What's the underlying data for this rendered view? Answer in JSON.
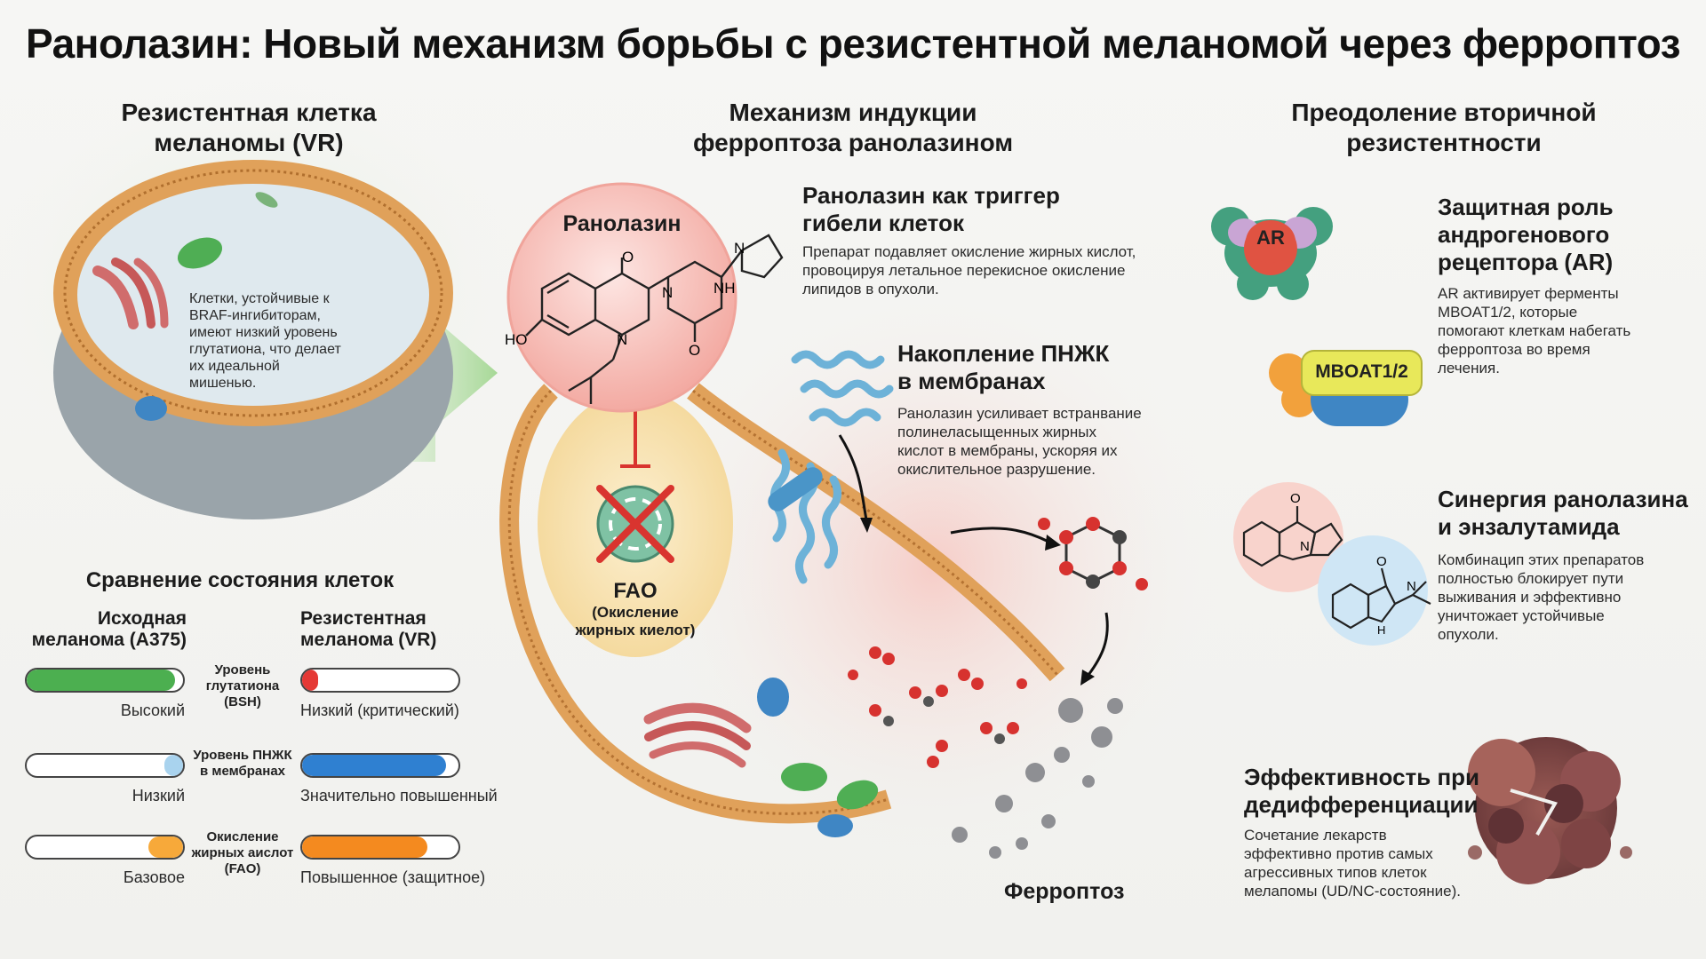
{
  "title": "Ранолазин: Новый механизм борьбы с резистентной меланомой через ферроптоз",
  "left": {
    "heading_line1": "Резистентная клетка",
    "heading_line2": "меланомы (VR)",
    "cell_text": [
      "Клетки, устойчивые к",
      "BRAF-ингибиторам,",
      "имеют низкий уровень",
      "глутатиона, что делает",
      "их идеальной",
      "мишенью."
    ],
    "compare_heading": "Сравнение состояния клеток",
    "col_left": [
      "Исходная",
      "меланома (A375)"
    ],
    "col_right": [
      "Резистентная",
      "меланома (VR)"
    ],
    "rows": [
      {
        "label": [
          "Уровень",
          "глутатиона",
          "(BSH)"
        ],
        "left_value": "Высокий",
        "right_value": "Низкий (критический)",
        "left_level": 0.95,
        "right_level": 0.1,
        "left_color": "#4caf50",
        "right_color": "#e53935"
      },
      {
        "label": [
          "Уровень ПНЖК",
          "в мембранах"
        ],
        "left_value": "Низкий",
        "right_value": "Значительно повышенный",
        "left_level": 0.12,
        "right_level": 0.92,
        "left_color": "#a9d3ee",
        "right_color": "#2f80d1"
      },
      {
        "label": [
          "Окисление",
          "жирных аислот",
          "(FAO)"
        ],
        "left_value": "Базовое",
        "right_value": "Повышенное (защитное)",
        "left_level": 0.22,
        "right_level": 0.8,
        "left_color": "#f7a93a",
        "right_color": "#f48a1f"
      }
    ]
  },
  "middle": {
    "heading_line1": "Механизм индукции",
    "heading_line2": "ферроптоза ранолазином",
    "drug_label": "Ранолазин",
    "atoms": {
      "o1": "O",
      "o2": "O",
      "nh": "NH",
      "n1": "N",
      "n2": "N",
      "n3": "N",
      "ho": "HO"
    },
    "fao_title": "FAO",
    "fao_sub": [
      "(Окисление",
      "жирных киелот)"
    ],
    "trigger_title": [
      "Ранолазин как триггер",
      "гибели клеток"
    ],
    "trigger_text": [
      "Препарат подавляет окисление жирных кислот,",
      "провоцируя летальное перекисное окисление",
      "липидов в опухоли."
    ],
    "pufa_title": [
      "Накопление ПНЖК",
      "в мембранах"
    ],
    "pufa_text": [
      "Ранолазин усиливает встранвание",
      "полинеласыщенных жирных",
      "кислот в мембраны, ускоряя их",
      "окислительное разрушение."
    ],
    "ferroptosis_label": "Ферроптоз"
  },
  "right": {
    "heading_line1": "Преодоление вторичной",
    "heading_line2": "резистентности",
    "ar_label": "AR",
    "mboat_label": "MBOAT1/2",
    "ar_title": [
      "Защитная роль",
      "андрогенового",
      "рецептора (AR)"
    ],
    "ar_text": [
      "AR активирует ферменты",
      "MBOAT1/2, которые",
      "помогают клеткам набегать",
      "ферроптоза во время",
      "лечения."
    ],
    "syn_title": [
      "Синергия ранолазина",
      "и энзалутамида"
    ],
    "syn_text": [
      "Комбинацип этих препаратов",
      "полностью блокирует пути",
      "выживания и эффективно",
      "уничтожает устойчивые",
      "опухоли."
    ],
    "syn_atoms": {
      "o1": "O",
      "n1": "N",
      "o2": "O",
      "n2": "N",
      "nh": "H"
    },
    "eff_title": [
      "Эффективность при",
      "дедифференциации"
    ],
    "eff_text": [
      "Сочетание лекарств",
      "эффективно против самых",
      "агрессивных типов клеток",
      "мелапомы (UD/NC-состояние)."
    ]
  },
  "colors": {
    "membrane": "#e0a15a",
    "cell_bg": "#e9eef0",
    "drug_circle": "#f6c9c4",
    "fao_bg": "#f8e3b2",
    "pufa": "#6db2d8",
    "red_atom": "#d7322f"
  }
}
